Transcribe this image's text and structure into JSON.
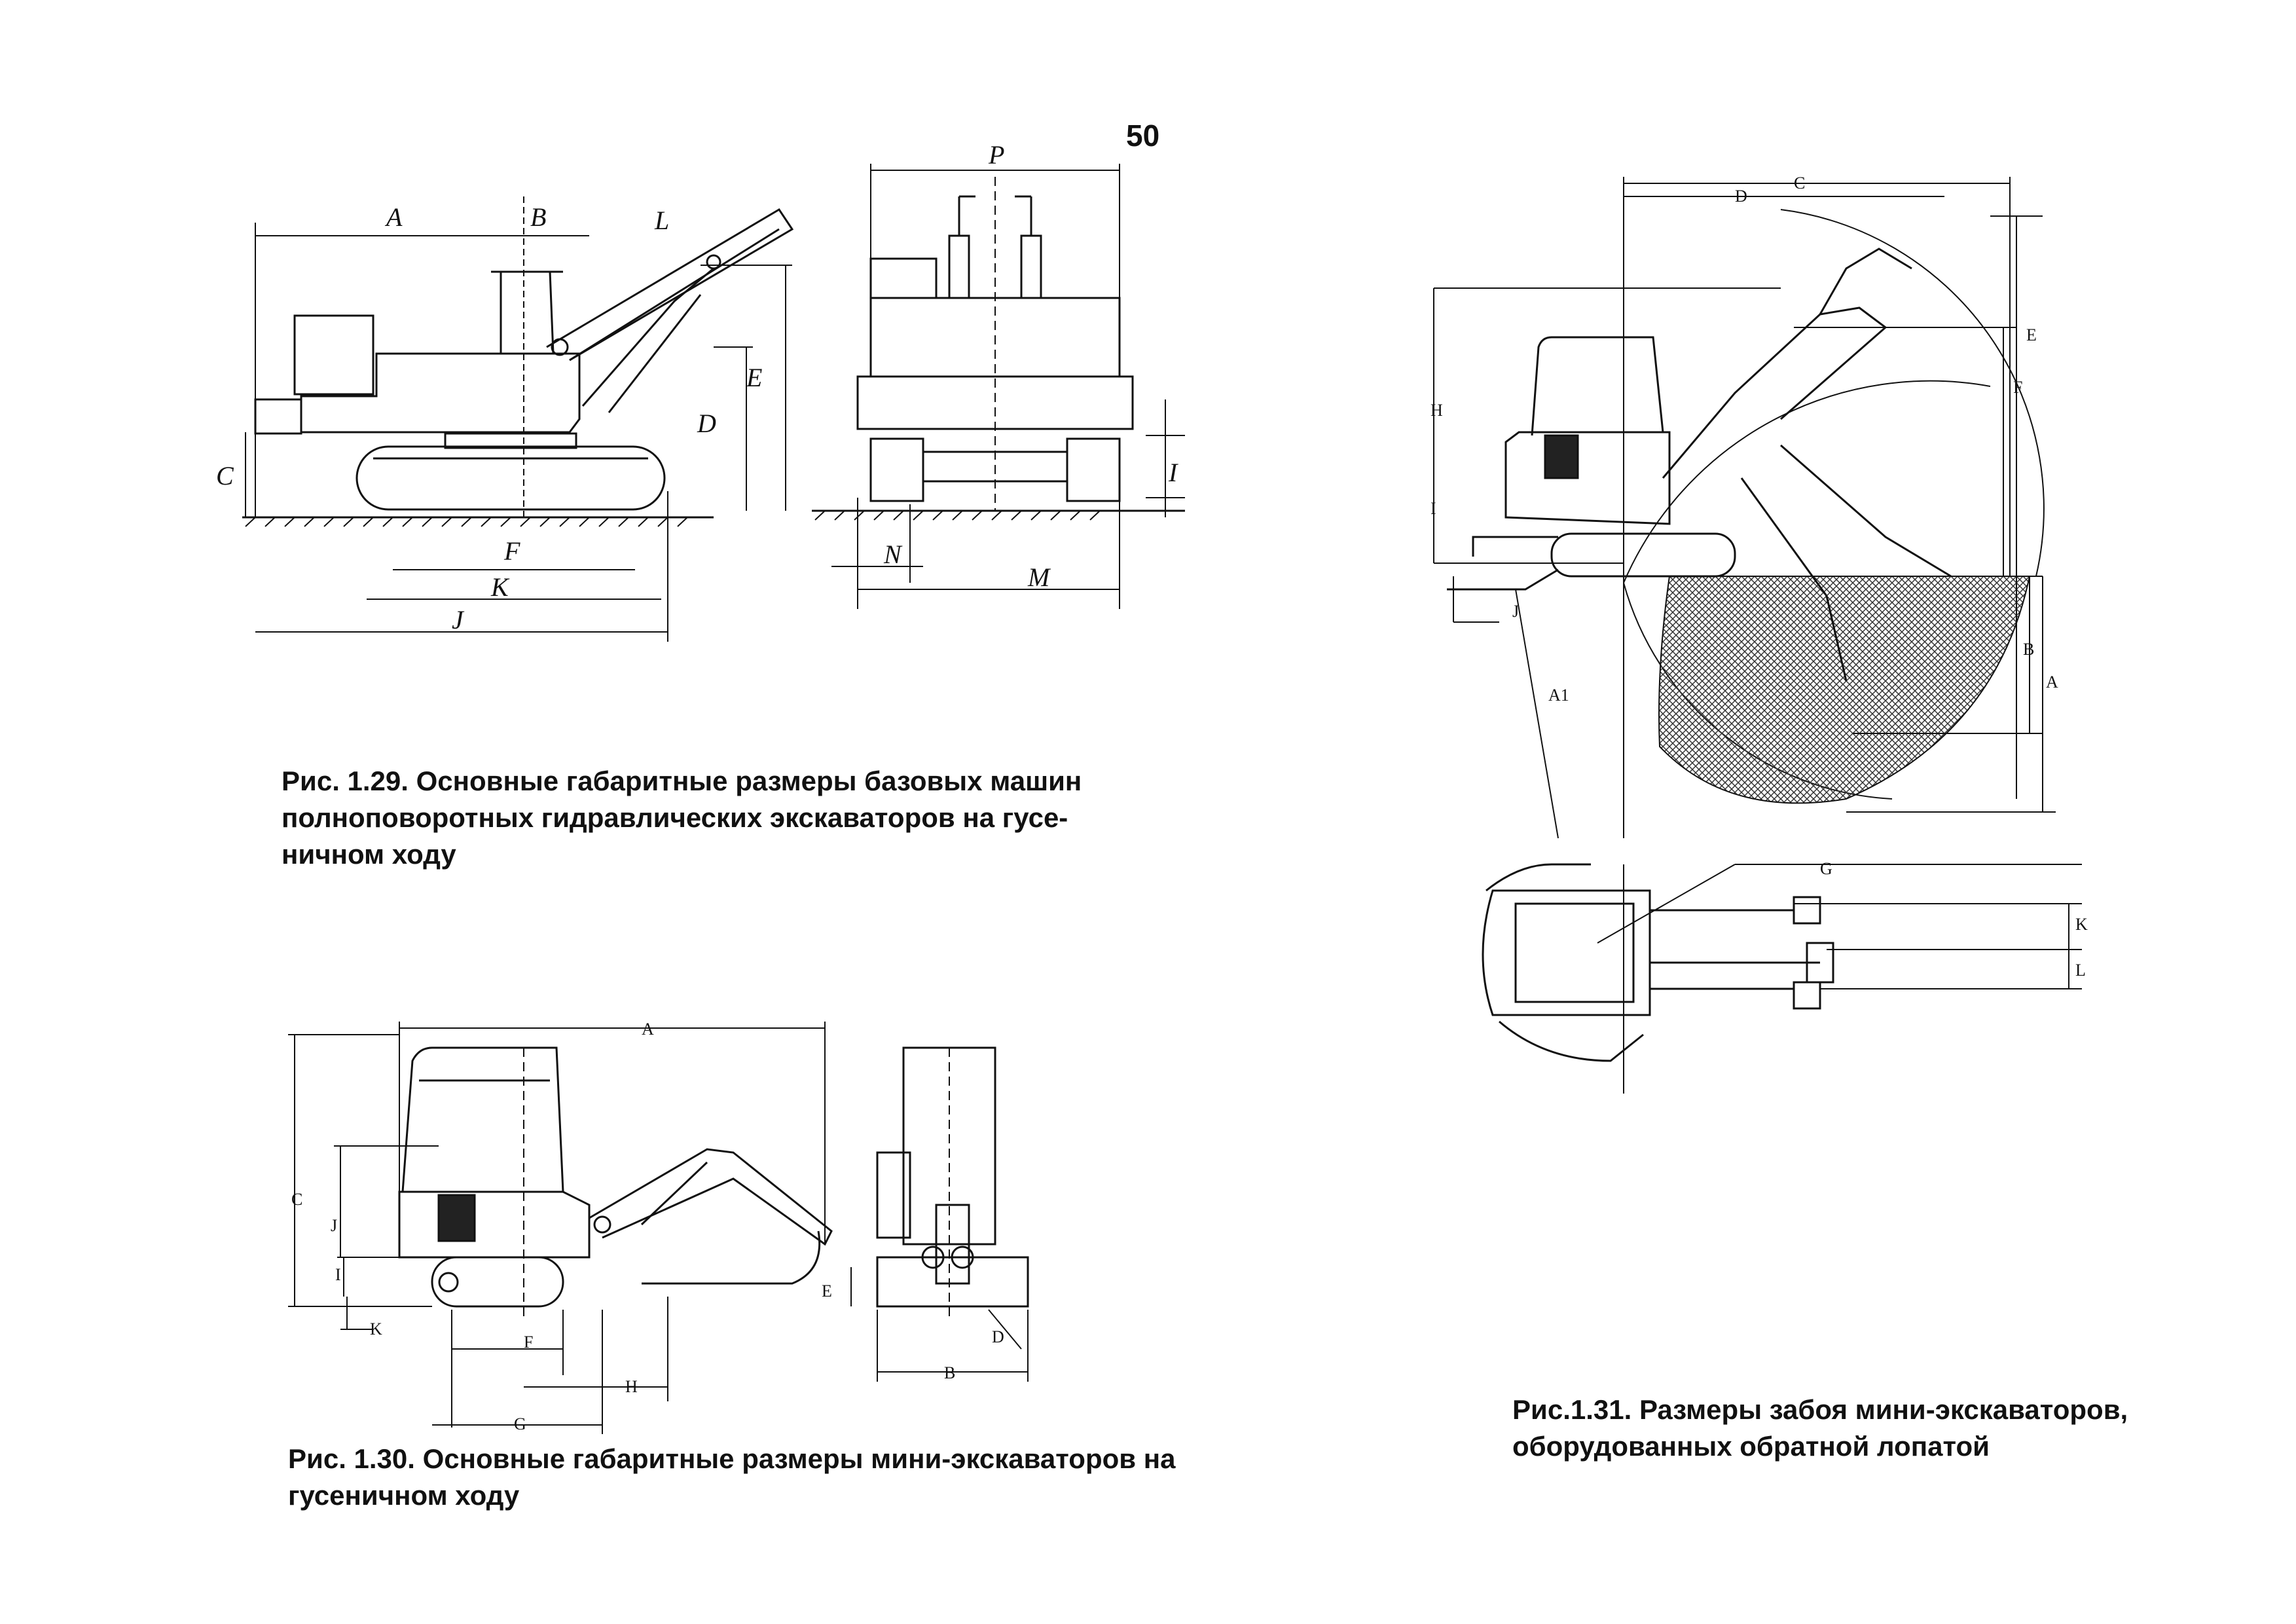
{
  "page_number": "50",
  "fig129": {
    "caption": [
      "Рис. 1.29. Основные габаритные размеры базовых машин",
      "полноповоротных гидравлических экскаваторов на гусе-",
      "ничном ходу"
    ],
    "labels": {
      "A": "A",
      "B": "B",
      "L": "L",
      "C": "C",
      "D": "D",
      "E": "E",
      "F": "F",
      "K": "K",
      "J": "J",
      "P": "P",
      "I": "I",
      "N": "N",
      "M": "M"
    }
  },
  "fig130": {
    "caption": [
      "Рис. 1.30. Основные габаритные размеры мини-экскаваторов на",
      "гусеничном ходу"
    ],
    "labels": {
      "A": "A",
      "C": "C",
      "J": "J",
      "I": "I",
      "K": "K",
      "E": "E",
      "F": "F",
      "H": "H",
      "G": "G",
      "B": "B",
      "D": "D"
    }
  },
  "fig131": {
    "caption": [
      "Рис.1.31. Размеры забоя мини-экскаваторов,",
      "оборудованных обратной лопатой"
    ],
    "labels": {
      "C": "C",
      "D": "D",
      "E": "E",
      "F": "F",
      "H": "H",
      "I": "I",
      "J": "J",
      "A1": "A1",
      "B": "B",
      "A": "A",
      "G": "G",
      "K": "K",
      "L": "L"
    }
  }
}
